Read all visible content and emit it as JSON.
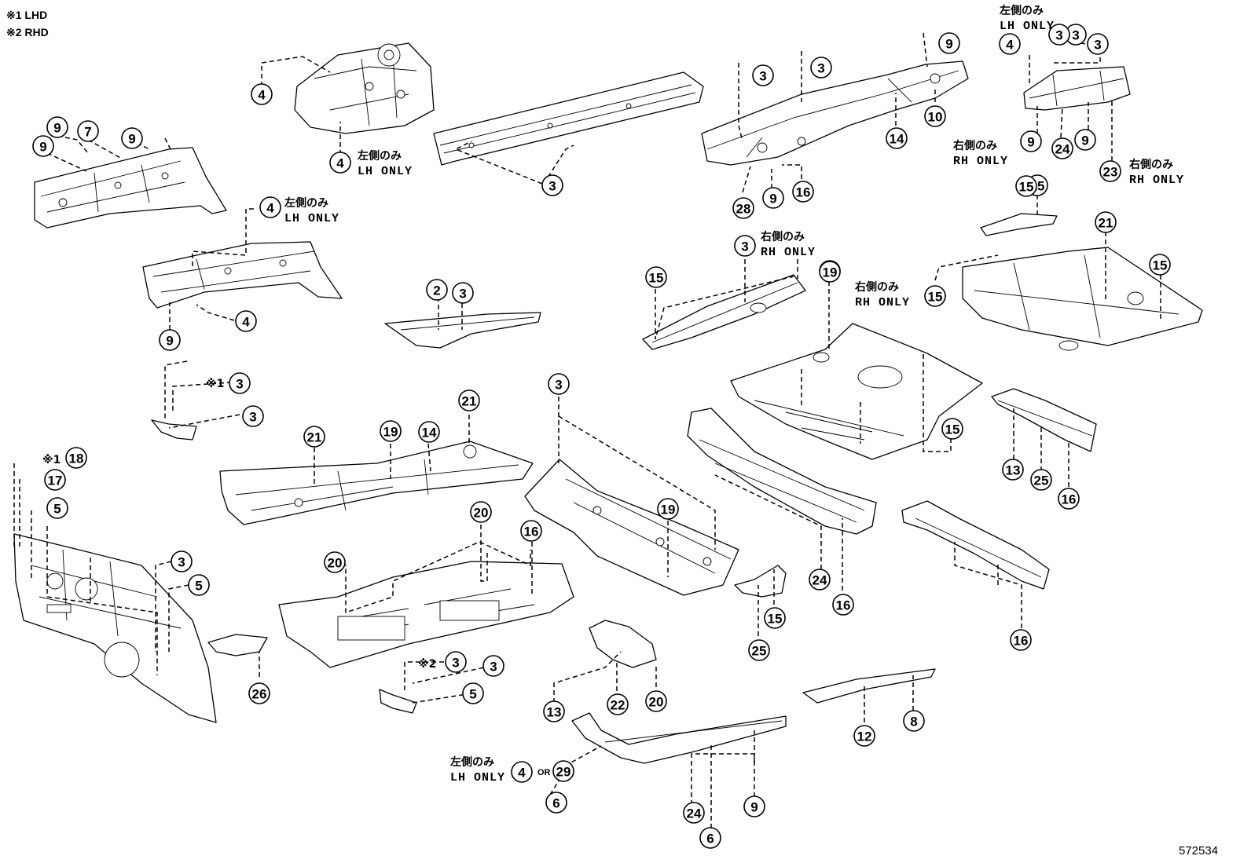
{
  "legend": {
    "note1": "※1 LHD",
    "note2": "※2 RHD"
  },
  "labels": {
    "lh_only_jp": "左側のみ",
    "lh_only_en": "LH ONLY",
    "rh_only_jp": "右側のみ",
    "rh_only_en": "RH ONLY",
    "mark1": "※1",
    "mark2": "※2",
    "or": "OR"
  },
  "callouts": [
    "4",
    "4",
    "4",
    "4",
    "4",
    "4",
    "9",
    "7",
    "9",
    "9",
    "9",
    "9",
    "9",
    "9",
    "9",
    "9",
    "3",
    "3",
    "3",
    "3",
    "3",
    "3",
    "3",
    "3",
    "3",
    "3",
    "3",
    "3",
    "3",
    "3",
    "14",
    "14",
    "10",
    "16",
    "16",
    "16",
    "16",
    "16",
    "28",
    "24",
    "24",
    "24",
    "23",
    "15",
    "15",
    "15",
    "15",
    "15",
    "15",
    "15",
    "21",
    "21",
    "21",
    "2",
    "19",
    "19",
    "19",
    "19",
    "5",
    "5",
    "5",
    "5",
    "18",
    "17",
    "13",
    "13",
    "25",
    "25",
    "20",
    "20",
    "20",
    "22",
    "26",
    "12",
    "8",
    "6",
    "6",
    "29"
  ],
  "doc_number": "572534"
}
